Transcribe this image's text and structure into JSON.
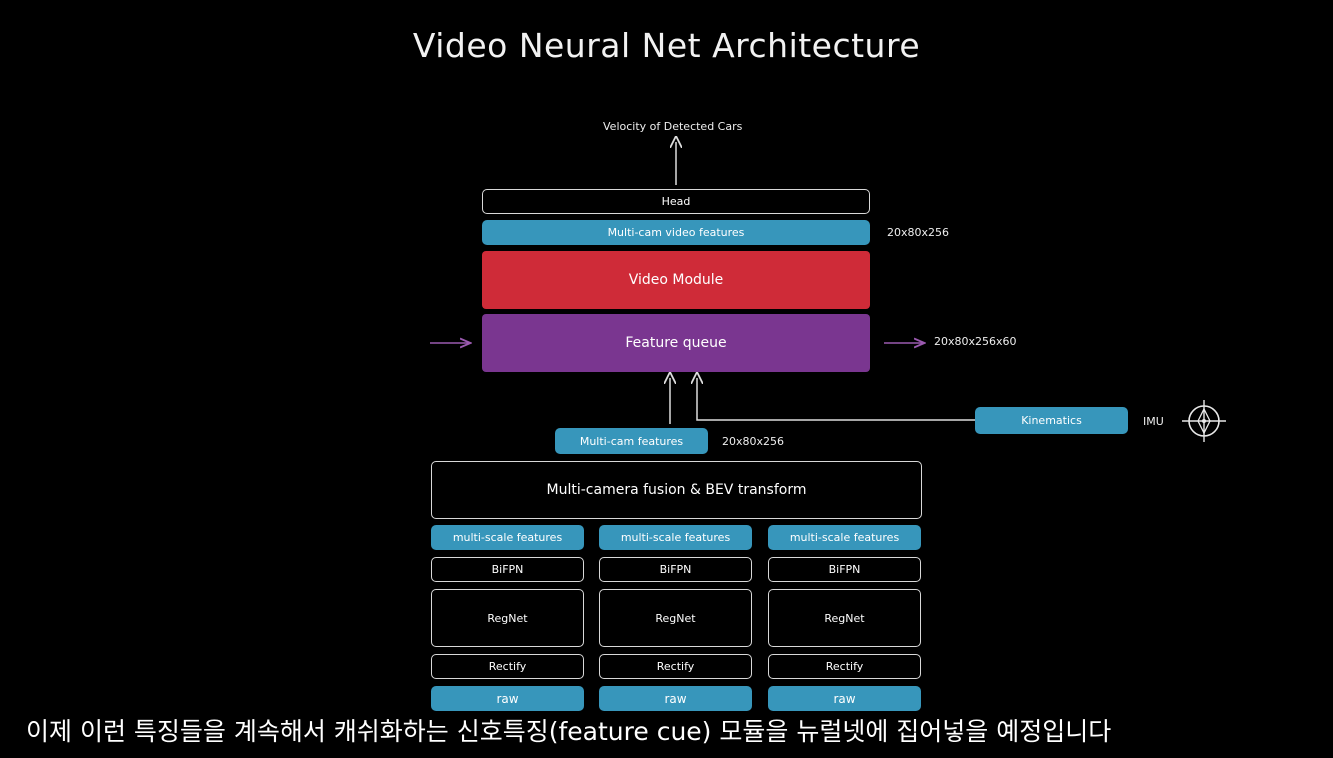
{
  "title": "Video Neural Net Architecture",
  "output_label": "Velocity of Detected Cars",
  "head": "Head",
  "video_features": "Multi-cam video features",
  "video_features_dim": "20x80x256",
  "video_module": "Video Module",
  "feature_queue": "Feature queue",
  "feature_queue_dim": "20x80x256x60",
  "kinematics": "Kinematics",
  "imu": "IMU",
  "multicam_features": "Multi-cam features",
  "multicam_features_dim": "20x80x256",
  "fusion": "Multi-camera fusion & BEV transform",
  "columns": [
    {
      "features": "multi-scale features",
      "bifpn": "BiFPN",
      "regnet": "RegNet",
      "rectify": "Rectify",
      "raw": "raw"
    },
    {
      "features": "multi-scale features",
      "bifpn": "BiFPN",
      "regnet": "RegNet",
      "rectify": "Rectify",
      "raw": "raw"
    },
    {
      "features": "multi-scale features",
      "bifpn": "BiFPN",
      "regnet": "RegNet",
      "rectify": "Rectify",
      "raw": "raw"
    }
  ],
  "subtitle": "이제 이런 특징들을 계속해서 캐쉬화하는 신호특징(feature cue) 모듈을 뉴럴넷에 집어넣을 예정입니다",
  "colors": {
    "blue": "#3796bb",
    "red": "#cf2b38",
    "purple": "#7a3690",
    "queue_arrow": "#9b5ab0"
  }
}
